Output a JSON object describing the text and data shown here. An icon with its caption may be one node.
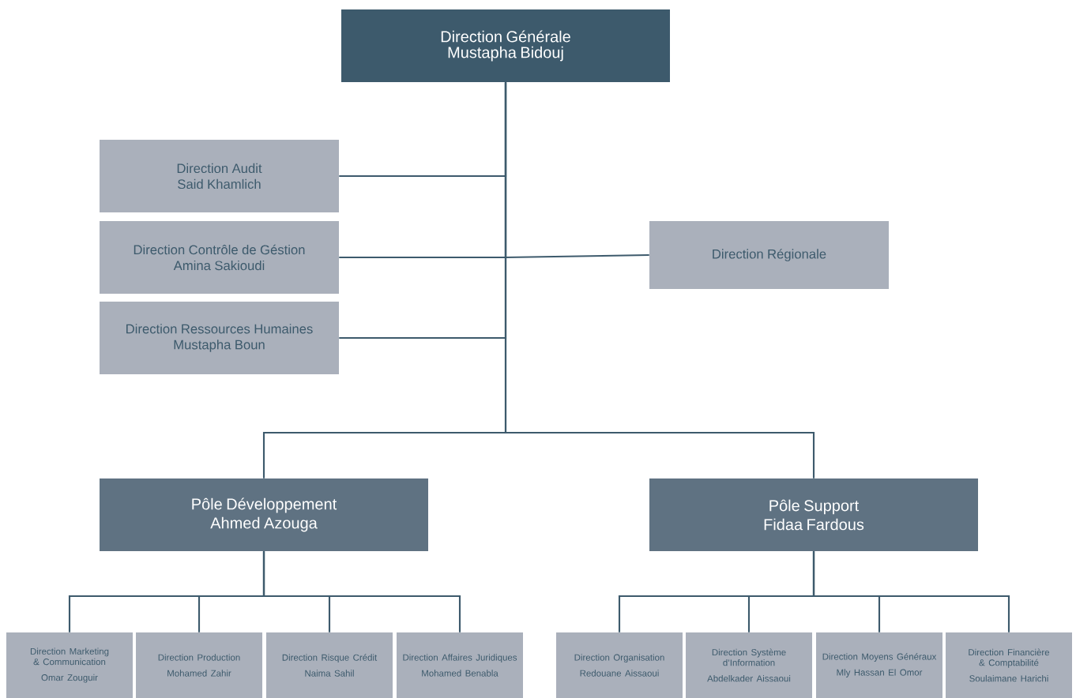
{
  "diagram": {
    "nodes": [
      {
        "text": [
          "Direction Générale",
          "Mustapha Bidouj"
        ]
      },
      {
        "text": [
          "Direction Audit",
          "Said Khamlich"
        ]
      },
      {
        "text": [
          "Direction Contrôle de Géstion",
          "Amina Sakioudi"
        ]
      },
      {
        "text": [
          "Direction Ressources Humaines",
          "Mustapha Boun"
        ]
      },
      {
        "text": [
          "Direction Régionale"
        ]
      },
      {
        "text": [
          "Pôle Développement",
          "Ahmed Azouga"
        ]
      },
      {
        "text": [
          "Pôle Support",
          "Fidaa Fardous"
        ]
      },
      {
        "text": [
          "Direction Marketing & Communication",
          "Omar Zouguir"
        ]
      },
      {
        "text": [
          "Direction Production",
          "Mohamed Zahir"
        ]
      },
      {
        "text": [
          "Direction Risque Crédit",
          "Naima Sahil"
        ]
      },
      {
        "text": [
          "Direction Affaires Juridiques",
          "Mohamed Benabla"
        ]
      },
      {
        "text": [
          "Direction Organisation",
          "Redouane Aissaoui"
        ]
      },
      {
        "text": [
          "Direction Système d’Information",
          "Abdelkader Aissaoui"
        ]
      },
      {
        "text": [
          "Direction Moyens Généraux",
          "Mly Hassan El Omor"
        ]
      },
      {
        "text": [
          "Direction Financière & Comptabilité",
          "Soulaimane Harichi"
        ]
      }
    ],
    "edges": [
      {
        "from": 0,
        "to": 1,
        "arrow": "none"
      },
      {
        "from": 0,
        "to": 2,
        "arrow": "none"
      },
      {
        "from": 0,
        "to": 3,
        "arrow": "none"
      },
      {
        "from": 0,
        "to": 4,
        "arrow": "none"
      },
      {
        "from": 0,
        "to": 5,
        "arrow": "none"
      },
      {
        "from": 0,
        "to": 6,
        "arrow": "none"
      },
      {
        "from": 5,
        "to": 7,
        "arrow": "none"
      },
      {
        "from": 5,
        "to": 8,
        "arrow": "none"
      },
      {
        "from": 5,
        "to": 9,
        "arrow": "none"
      },
      {
        "from": 5,
        "to": 10,
        "arrow": "none"
      },
      {
        "from": 6,
        "to": 11,
        "arrow": "none"
      },
      {
        "from": 6,
        "to": 12,
        "arrow": "none"
      },
      {
        "from": 6,
        "to": 13,
        "arrow": "none"
      },
      {
        "from": 6,
        "to": 14,
        "arrow": "none"
      }
    ]
  }
}
